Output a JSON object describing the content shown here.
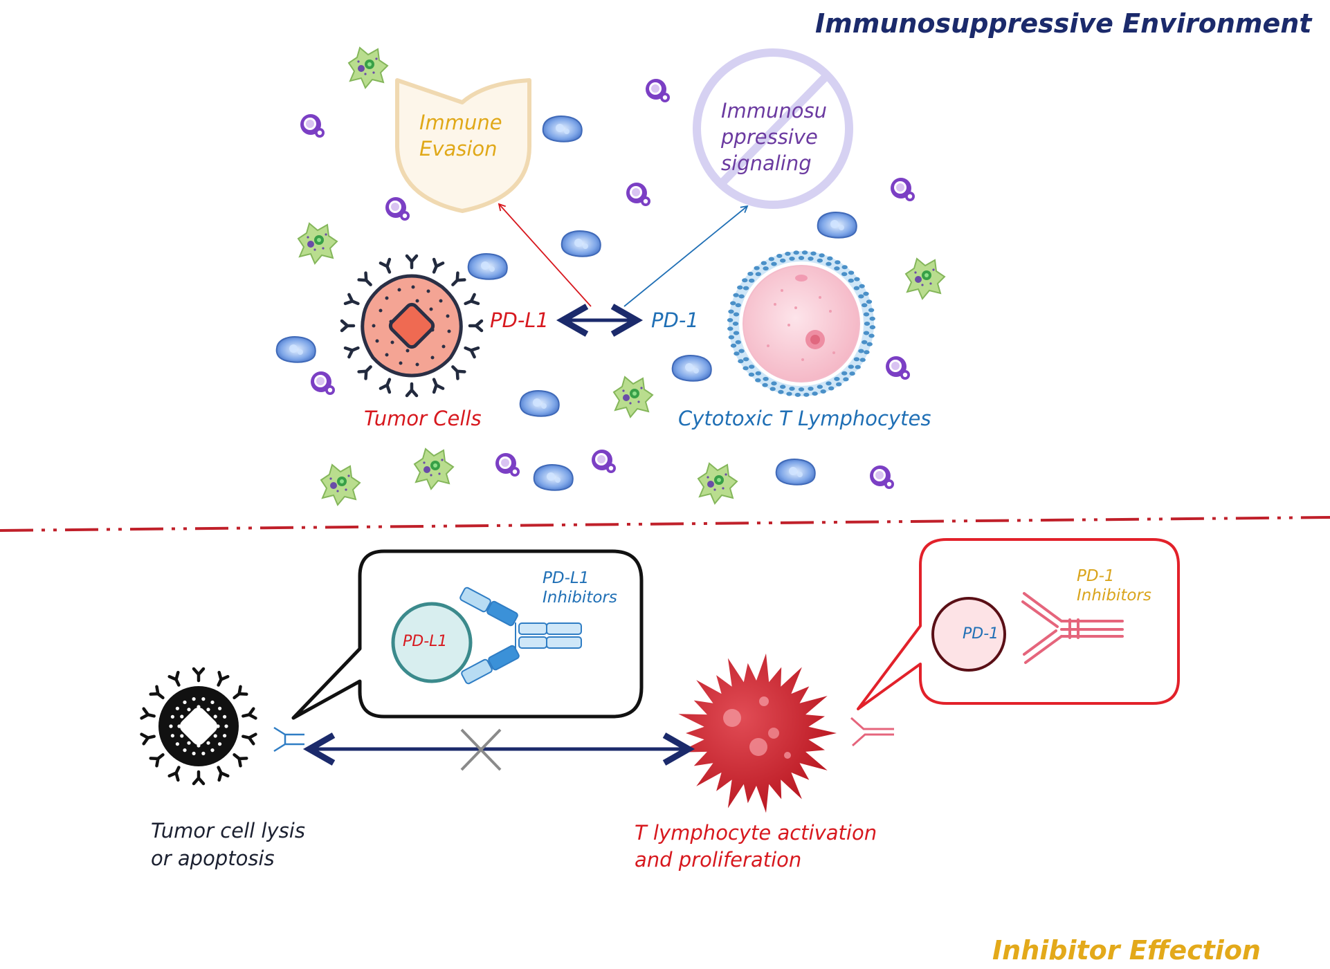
{
  "colors": {
    "navy": "#1b2a6b",
    "red": "#d7181e",
    "blue": "#1f6fb5",
    "purple": "#6b3aa0",
    "gold": "#d9a41c",
    "shield_fill": "#fbf3e3",
    "shield_stroke": "#f2dcb4",
    "forbid": "#cfcaf0",
    "dark_red": "#c0202a",
    "gray_x": "#8a8a8a"
  },
  "titles": {
    "top": "Immunosuppressive Environment",
    "bottom": "Inhibitor Effection"
  },
  "top": {
    "shield_label_1": "Immune",
    "shield_label_2": "Evasion",
    "signal_label_1": "Immunosu",
    "signal_label_2": "ppressive",
    "signal_label_3": "signaling",
    "pdl1": "PD-L1",
    "pd1": "PD-1",
    "tumor_cells": "Tumor Cells",
    "ctl": "Cytotoxic T Lymphocytes"
  },
  "bottom": {
    "callout_left_circle": "PD-L1",
    "callout_left_label_1": "PD-L1",
    "callout_left_label_2": "Inhibitors",
    "callout_right_circle": "PD-1",
    "callout_right_label_1": "PD-1",
    "callout_right_label_2": "Inhibitors",
    "tumor_outcome_1": "Tumor cell lysis",
    "tumor_outcome_2": "or apoptosis",
    "t_outcome_1": "T lymphocyte activation",
    "t_outcome_2": "and proliferation"
  },
  "icons": {
    "tumor_cell": "tumor-cell-icon",
    "t_cell": "cytotoxic-t-cell-icon",
    "shield": "shield-icon",
    "forbidden": "forbidden-icon",
    "antibody": "antibody-icon",
    "activated_t_cell": "activated-t-cell-icon",
    "blocked": "blocked-x-icon"
  }
}
